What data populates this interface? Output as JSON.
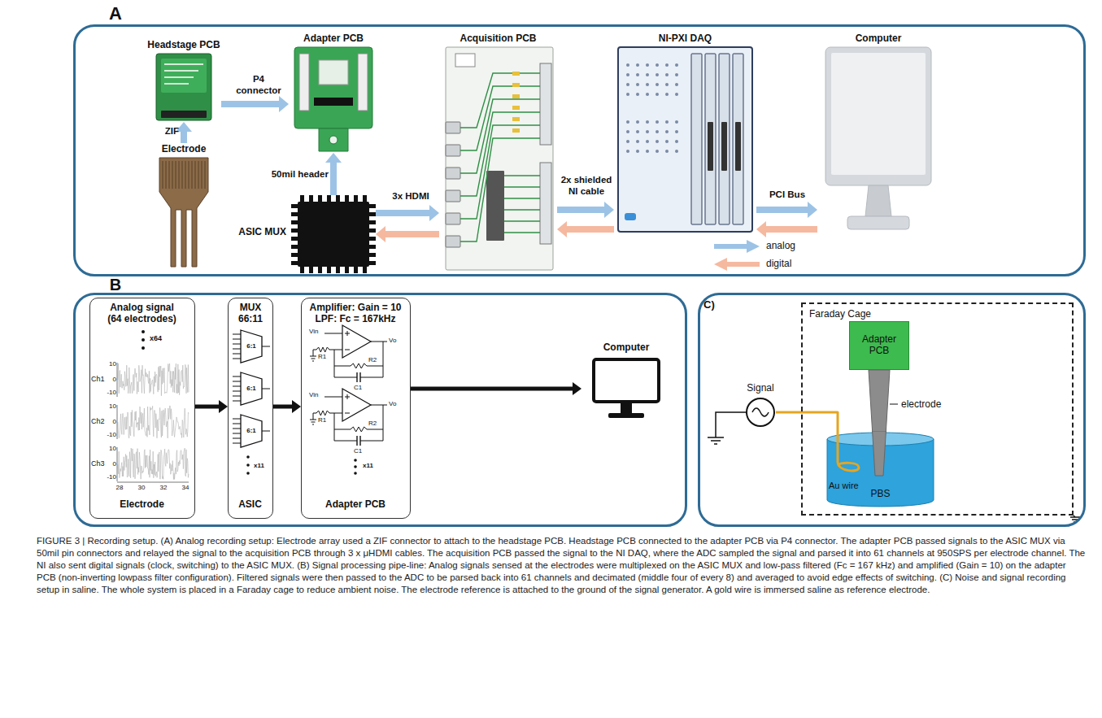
{
  "diagram": {
    "caption": "FIGURE 3 | Recording setup. (A) Analog recording setup: Electrode array used a ZIF connector to attach to the headstage PCB. Headstage PCB connected to the adapter PCB via P4 connector. The adapter PCB passed signals to the ASIC MUX via 50mil pin connectors and relayed the signal to the acquisition PCB through 3 x μHDMI cables. The acquisition PCB passed the signal to the NI DAQ, where the ADC sampled the signal and parsed it into 61 channels at 950SPS per electrode channel. The NI also sent digital signals (clock, switching) to the ASIC MUX. (B) Signal processing pipe-line: Analog signals sensed at the electrodes were multiplexed on the ASIC MUX and low-pass filtered (Fc = 167 kHz) and amplified (Gain = 10) on the adapter PCB (non-inverting lowpass filter configuration). Filtered signals were then passed to the ADC to be parsed back into 61 channels and decimated (middle four of every 8) and averaged to avoid edge effects of switching. (C) Noise and signal recording setup in saline. The whole system is placed in a Faraday cage to reduce ambient noise. The electrode reference is attached to the ground of the signal generator. A gold wire is immersed saline as reference electrode.",
    "nodes": [
      {
        "text": [
          "A"
        ]
      },
      {
        "text": [
          "Headstage PCB"
        ],
        "in": 0
      },
      {
        "text": [
          "Electrode"
        ],
        "in": 0
      },
      {
        "text": [
          "Adapter PCB"
        ],
        "in": 0
      },
      {
        "text": [
          "ASIC MUX"
        ],
        "in": 0
      },
      {
        "text": [
          "Acquisition PCB"
        ],
        "in": 0
      },
      {
        "text": [
          "NI-PXI DAQ"
        ],
        "in": 0
      },
      {
        "text": [
          "Computer"
        ],
        "in": 0
      },
      {
        "text": [
          "B"
        ]
      },
      {
        "text": [
          "Analog signal (64 electrodes)",
          "Electrode"
        ],
        "in": 8
      },
      {
        "text": [
          "MUX 66:11",
          "ASIC"
        ],
        "in": 8
      },
      {
        "text": [
          "Amplifier: Gain = 10 LPF: Fc = 167kHz",
          "Adapter PCB"
        ],
        "in": 8
      },
      {
        "text": [
          "Computer"
        ],
        "in": 8
      },
      {
        "text": [
          "C)"
        ]
      },
      {
        "text": [
          "Faraday Cage"
        ],
        "in": 13
      },
      {
        "text": [
          "Adapter PCB"
        ],
        "in": 14
      },
      {
        "text": [
          "PBS"
        ],
        "in": 14
      },
      {
        "text": [
          "Signal"
        ],
        "in": 13
      }
    ],
    "edges": [
      {
        "from": 2,
        "to": 1,
        "arrow": "to",
        "label": "ZIF"
      },
      {
        "from": 1,
        "to": 3,
        "arrow": "to",
        "label": "P4 connector"
      },
      {
        "from": 4,
        "to": 3,
        "arrow": "to",
        "label": "50mil header"
      },
      {
        "from": 4,
        "to": 5,
        "arrow": "to",
        "label": "3x HDMI"
      },
      {
        "from": 5,
        "to": 4,
        "arrow": "to"
      },
      {
        "from": 5,
        "to": 6,
        "arrow": "to",
        "label": "2x shielded NI cable"
      },
      {
        "from": 6,
        "to": 5,
        "arrow": "to"
      },
      {
        "from": 6,
        "to": 7,
        "arrow": "to",
        "label": "PCI Bus"
      },
      {
        "from": 7,
        "to": 6,
        "arrow": "to"
      },
      {
        "from": 9,
        "to": 10,
        "arrow": "to"
      },
      {
        "from": 10,
        "to": 11,
        "arrow": "to"
      },
      {
        "from": 11,
        "to": 12,
        "arrow": "to"
      },
      {
        "from": 17,
        "to": 16,
        "arrow": "none"
      }
    ],
    "labels": [
      "x64",
      "Ch1",
      "Ch2",
      "Ch3",
      "10",
      "0",
      "-10",
      "10",
      "0",
      "-10",
      "10",
      "0",
      "-10",
      "28",
      "30",
      "32",
      "34",
      "6:1",
      "6:1",
      "6:1",
      "x11",
      "Vin",
      "R1",
      "R2",
      "C1",
      "Vo",
      "Vin",
      "R1",
      "R2",
      "C1",
      "Vo",
      "x11",
      "electrode",
      "Au wire"
    ],
    "legend": [
      {
        "text": "analog",
        "color": "#9cc3e5"
      },
      {
        "text": "digital",
        "color": "#f5b9a0"
      }
    ]
  }
}
